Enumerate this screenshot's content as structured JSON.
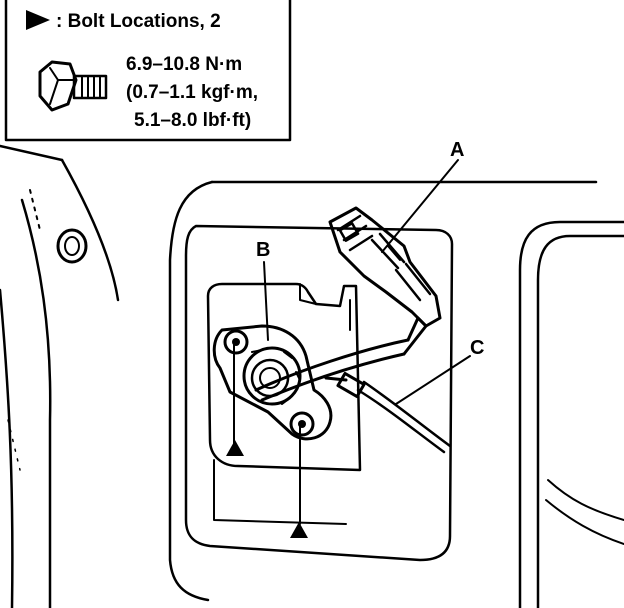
{
  "legend": {
    "bolt_locations_label": ": Bolt Locations, 2",
    "torque_nm": "6.9–10.8 N·m",
    "torque_kgfm": "(0.7–1.1 kgf·m,",
    "torque_lbfft": "5.1–8.0 lbf·ft)"
  },
  "callouts": {
    "a": "A",
    "b": "B",
    "c": "C"
  },
  "colors": {
    "ink": "#000000",
    "paper": "#ffffff"
  },
  "icons": {
    "pointer": "triangle-pointer-icon",
    "bolt": "flange-bolt-icon",
    "bolt_marker": "up-triangle-icon"
  }
}
